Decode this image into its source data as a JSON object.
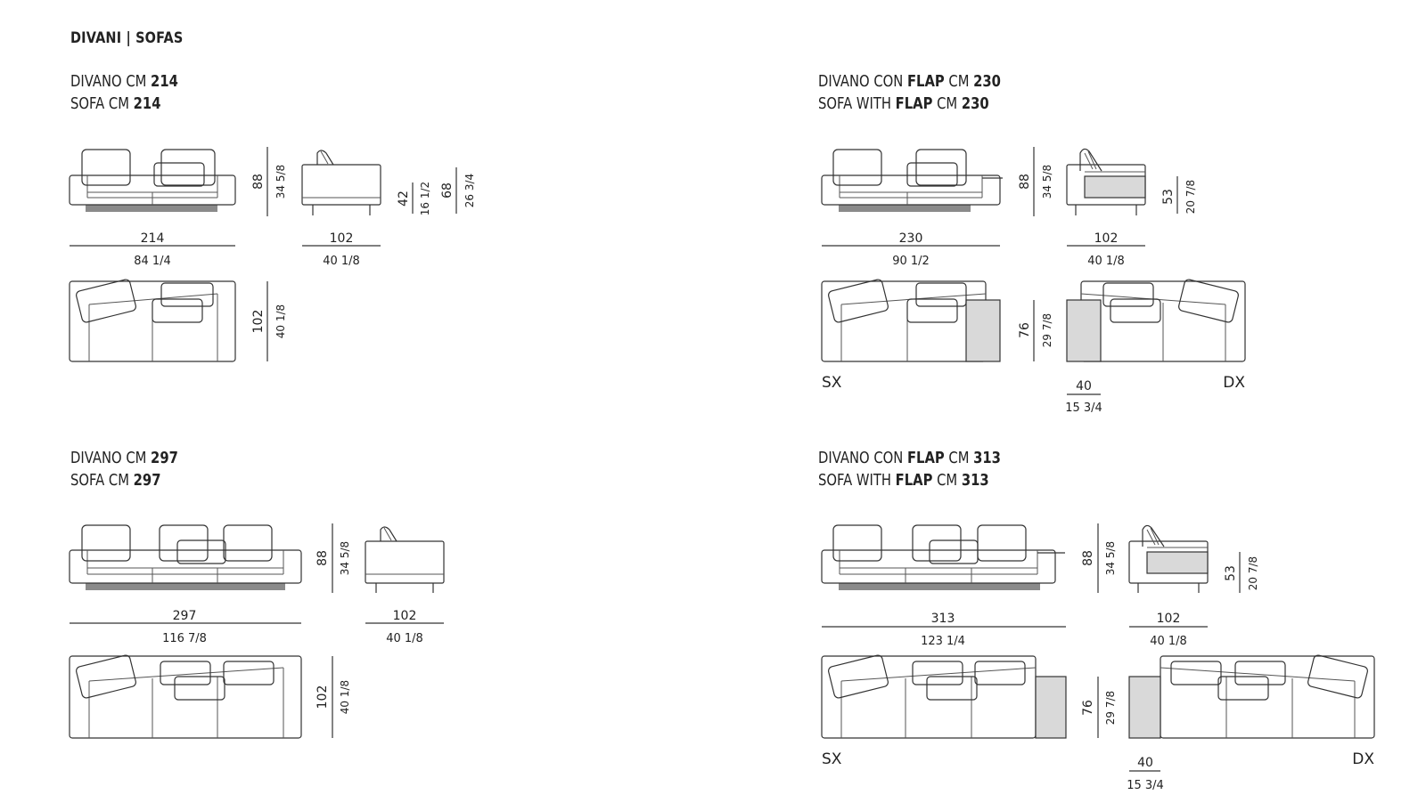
{
  "page": {
    "title": "DIVANI | SOFAS"
  },
  "sections": [
    {
      "id": "s1",
      "line1_prefix": "DIVANO CM ",
      "line1_bold": "214",
      "line2_prefix": "SOFA CM ",
      "line2_bold": "214"
    },
    {
      "id": "s2",
      "line1_prefix": "DIVANO CON ",
      "line1_bold": "FLAP",
      "line1_mid": " CM ",
      "line1_bold2": "230",
      "line2_prefix": "SOFA WITH ",
      "line2_bold": "FLAP",
      "line2_mid": " CM ",
      "line2_bold2": "230"
    },
    {
      "id": "s3",
      "line1_prefix": "DIVANO CM ",
      "line1_bold": "297",
      "line2_prefix": "SOFA CM ",
      "line2_bold": "297"
    },
    {
      "id": "s4",
      "line1_prefix": "DIVANO CON ",
      "line1_bold": "FLAP",
      "line1_mid": " CM ",
      "line1_bold2": "313",
      "line2_prefix": "SOFA WITH ",
      "line2_bold": "FLAP",
      "line2_mid": " CM ",
      "line2_bold2": "313"
    }
  ],
  "dims": {
    "s1": {
      "width_cm": "214",
      "width_in": "84 1/4",
      "height_cm": "88",
      "height_in": "34 5/8",
      "depth_cm": "102",
      "depth_in": "40 1/8",
      "seat_cm": "42",
      "seat_in": "16 1/2",
      "arm_cm": "68",
      "arm_in": "26 3/4",
      "plan_depth_cm": "102",
      "plan_depth_in": "40 1/8"
    },
    "s2": {
      "width_cm": "230",
      "width_in": "90 1/2",
      "height_cm": "88",
      "height_in": "34 5/8",
      "depth_cm": "102",
      "depth_in": "40 1/8",
      "flap_cm": "53",
      "flap_in": "20 7/8",
      "plan_cm": "76",
      "plan_in": "29 7/8",
      "flapw_cm": "40",
      "flapw_in": "15 3/4",
      "left": "SX",
      "right": "DX"
    },
    "s3": {
      "width_cm": "297",
      "width_in": "116 7/8",
      "height_cm": "88",
      "height_in": "34 5/8",
      "depth_cm": "102",
      "depth_in": "40 1/8",
      "plan_depth_cm": "102",
      "plan_depth_in": "40 1/8"
    },
    "s4": {
      "width_cm": "313",
      "width_in": "123 1/4",
      "height_cm": "88",
      "height_in": "34 5/8",
      "depth_cm": "102",
      "depth_in": "40 1/8",
      "flap_cm": "53",
      "flap_in": "20 7/8",
      "plan_cm": "76",
      "plan_in": "29 7/8",
      "flapw_cm": "40",
      "flapw_in": "15 3/4",
      "left": "SX",
      "right": "DX"
    }
  }
}
